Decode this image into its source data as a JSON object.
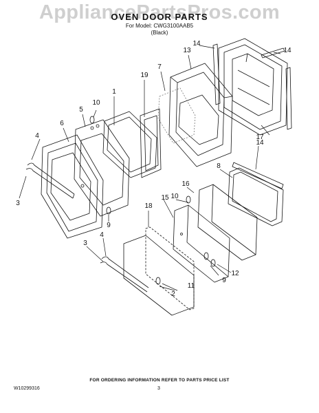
{
  "watermark": "AppliancePartsPros.com",
  "header": {
    "title": "OVEN DOOR PARTS",
    "model_prefix": "For Model: CWG3100AAB5",
    "model_suffix": "(Black)"
  },
  "callouts": [
    "1",
    "2",
    "3",
    "3",
    "4",
    "4",
    "5",
    "6",
    "7",
    "8",
    "9",
    "9",
    "10",
    "10",
    "11",
    "12",
    "13",
    "14",
    "14",
    "14",
    "15",
    "16",
    "17",
    "18",
    "19"
  ],
  "footer": {
    "note": "FOR ORDERING INFORMATION REFER TO PARTS PRICE LIST",
    "doc_number": "W10299316",
    "page": "3"
  }
}
